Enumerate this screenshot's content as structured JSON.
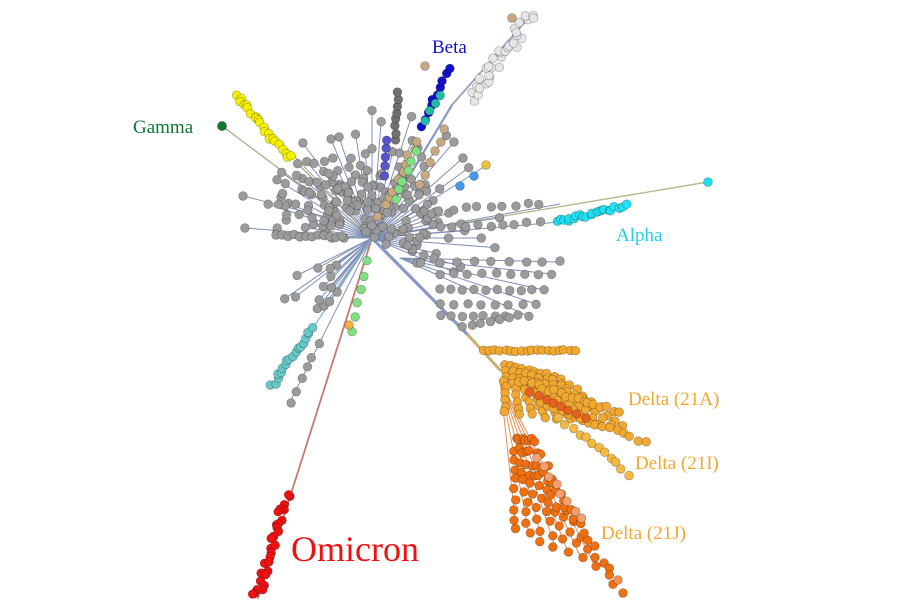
{
  "labels": {
    "beta": "Beta",
    "gamma": "Gamma",
    "alpha": "Alpha",
    "delta_21a": "Delta (21A)",
    "delta_21i": "Delta (21I)",
    "delta_21j": "Delta (21J)",
    "omicron": "Omicron"
  },
  "colors": {
    "omicron": "#ee1111",
    "delta_21a": "#f0a830",
    "delta_21i": "#f08a20",
    "delta_21j": "#f07010",
    "alpha": "#22e0f0",
    "beta": "#1010cc",
    "gamma": "#117733",
    "gamma_tips": "#f5f000",
    "root_gray": "#9b9b9b",
    "early_white": "#e6e6e6",
    "teal": "#66c8c8",
    "tan": "#c8a882",
    "green": "#80e080",
    "branch_blue": "#8899c8"
  }
}
